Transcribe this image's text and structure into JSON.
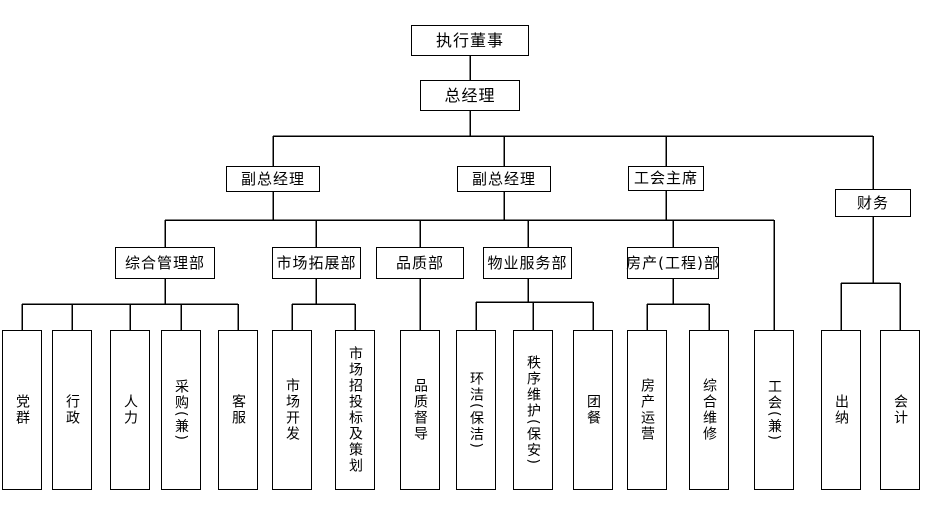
{
  "org_chart": {
    "colors": {
      "background": "#ffffff",
      "box_fill": "#ffffff",
      "box_border": "#000000",
      "line": "#000000",
      "text": "#000000"
    },
    "nodes": [
      {
        "id": "executive-director",
        "label": "执行董事"
      },
      {
        "id": "general-manager",
        "label": "总经理"
      },
      {
        "id": "deputy-general-manager-1",
        "label": "副总经理"
      },
      {
        "id": "deputy-general-manager-2",
        "label": "副总经理"
      },
      {
        "id": "union-chairman",
        "label": "工会主席"
      },
      {
        "id": "finance",
        "label": "财务"
      },
      {
        "id": "general-admin-dept",
        "label": "综合管理部"
      },
      {
        "id": "market-expansion-dept",
        "label": "市场拓展部"
      },
      {
        "id": "quality-dept",
        "label": "品质部"
      },
      {
        "id": "property-service-dept",
        "label": "物业服务部"
      },
      {
        "id": "real-estate-engineering-dept",
        "label": "房产(工程)部"
      },
      {
        "id": "party-masses",
        "label": "党群"
      },
      {
        "id": "administration",
        "label": "行政"
      },
      {
        "id": "human-resources",
        "label": "人力"
      },
      {
        "id": "procurement-concurrent",
        "label": "采购(兼)"
      },
      {
        "id": "customer-service",
        "label": "客服"
      },
      {
        "id": "market-development",
        "label": "市场开发"
      },
      {
        "id": "market-bidding-and-planning",
        "label": "市场招投标及策划"
      },
      {
        "id": "quality-supervision",
        "label": "品质督导"
      },
      {
        "id": "environmental-cleaning",
        "label": "环洁(保洁)"
      },
      {
        "id": "order-maintenance-security",
        "label": "秩序维护(保安)"
      },
      {
        "id": "group-catering",
        "label": "团餐"
      },
      {
        "id": "real-estate-operation",
        "label": "房产运营"
      },
      {
        "id": "general-maintenance",
        "label": "综合维修"
      },
      {
        "id": "union-concurrent",
        "label": "工会(兼)"
      },
      {
        "id": "cashier",
        "label": "出纳"
      },
      {
        "id": "accounting",
        "label": "会计"
      }
    ],
    "edges": [
      {
        "from": "executive-director",
        "to": "general-manager"
      },
      {
        "from": "general-manager",
        "to": "deputy-general-manager-1"
      },
      {
        "from": "general-manager",
        "to": "deputy-general-manager-2"
      },
      {
        "from": "general-manager",
        "to": "union-chairman"
      },
      {
        "from": "general-manager",
        "to": "finance"
      },
      {
        "from": "deputy-general-manager-1",
        "to": "general-admin-dept"
      },
      {
        "from": "deputy-general-manager-1",
        "to": "market-expansion-dept"
      },
      {
        "from": "deputy-general-manager-2",
        "to": "quality-dept"
      },
      {
        "from": "deputy-general-manager-2",
        "to": "property-service-dept"
      },
      {
        "from": "union-chairman",
        "to": "real-estate-engineering-dept"
      },
      {
        "from": "union-chairman",
        "to": "union-concurrent"
      },
      {
        "from": "general-admin-dept",
        "to": "party-masses"
      },
      {
        "from": "general-admin-dept",
        "to": "administration"
      },
      {
        "from": "general-admin-dept",
        "to": "human-resources"
      },
      {
        "from": "general-admin-dept",
        "to": "procurement-concurrent"
      },
      {
        "from": "general-admin-dept",
        "to": "customer-service"
      },
      {
        "from": "market-expansion-dept",
        "to": "market-development"
      },
      {
        "from": "market-expansion-dept",
        "to": "market-bidding-and-planning"
      },
      {
        "from": "quality-dept",
        "to": "quality-supervision"
      },
      {
        "from": "property-service-dept",
        "to": "environmental-cleaning"
      },
      {
        "from": "property-service-dept",
        "to": "order-maintenance-security"
      },
      {
        "from": "property-service-dept",
        "to": "group-catering"
      },
      {
        "from": "real-estate-engineering-dept",
        "to": "real-estate-operation"
      },
      {
        "from": "real-estate-engineering-dept",
        "to": "general-maintenance"
      },
      {
        "from": "finance",
        "to": "cashier"
      },
      {
        "from": "finance",
        "to": "accounting"
      }
    ]
  }
}
